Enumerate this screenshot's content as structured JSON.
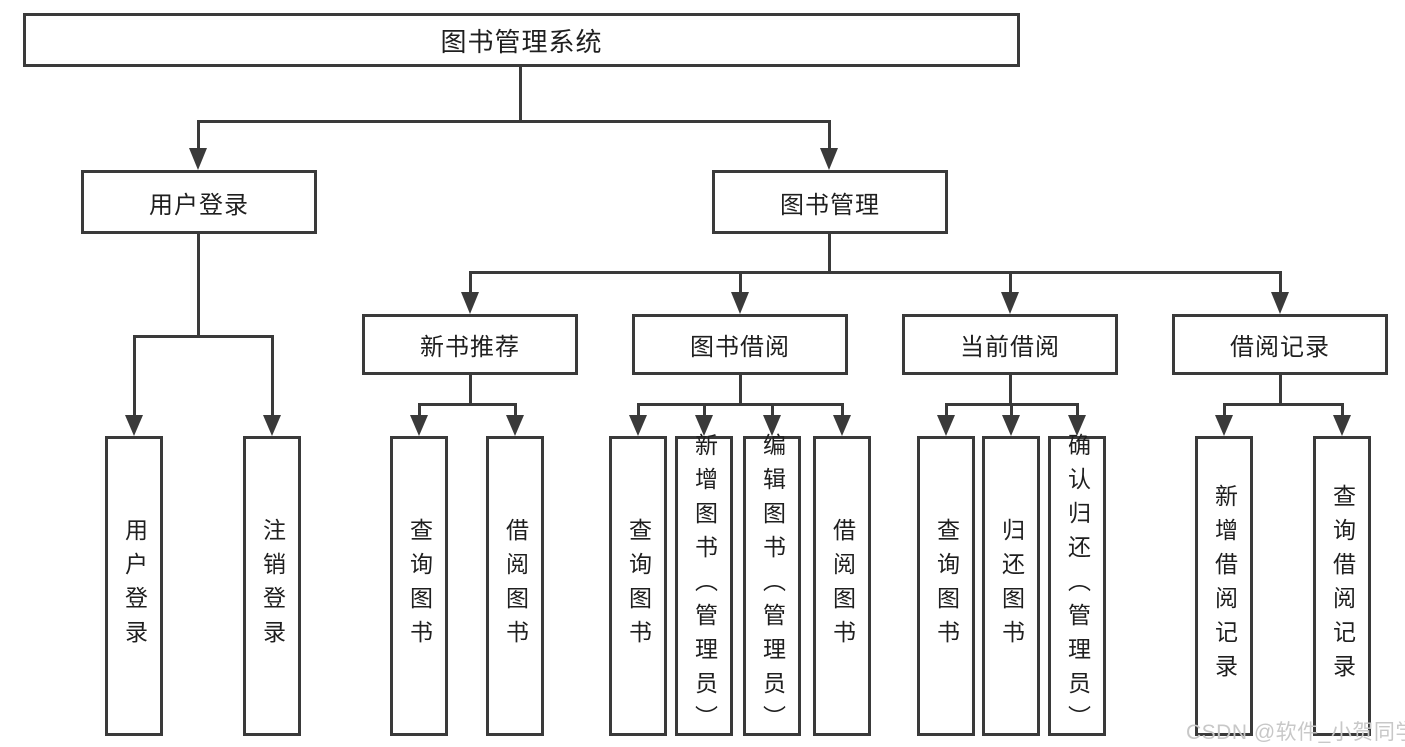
{
  "diagram": {
    "root": {
      "label": "图书管理系统"
    },
    "branches": [
      {
        "label": "用户登录",
        "children": [
          {
            "label": "用户登录"
          },
          {
            "label": "注销登录"
          }
        ]
      },
      {
        "label": "图书管理",
        "sections": [
          {
            "label": "新书推荐",
            "children": [
              {
                "label": "查询图书"
              },
              {
                "label": "借阅图书"
              }
            ]
          },
          {
            "label": "图书借阅",
            "children": [
              {
                "label": "查询图书"
              },
              {
                "label": "新增图书（管理员）"
              },
              {
                "label": "编辑图书（管理员）"
              },
              {
                "label": "借阅图书"
              }
            ]
          },
          {
            "label": "当前借阅",
            "children": [
              {
                "label": "查询图书"
              },
              {
                "label": "归还图书"
              },
              {
                "label": "确认归还（管理员）"
              }
            ]
          },
          {
            "label": "借阅记录",
            "children": [
              {
                "label": "新增借阅记录"
              },
              {
                "label": "查询借阅记录"
              }
            ]
          }
        ]
      }
    ],
    "watermark": "CSDN @软件_小贺同学",
    "colors": {
      "line": "#3a3a3a",
      "text": "#1f1f1f",
      "watermark": "#c8c8c8",
      "background": "#ffffff"
    }
  }
}
